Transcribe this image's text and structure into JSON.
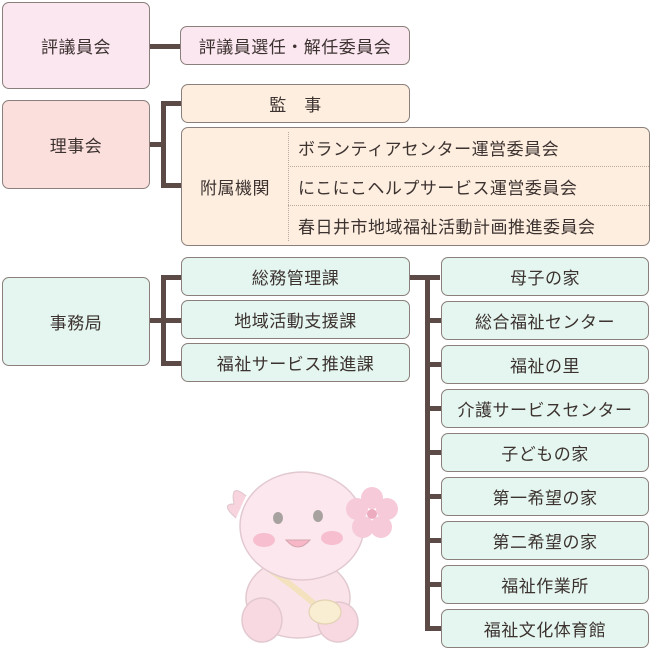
{
  "boards": {
    "hyogiinkai": "評議員会",
    "hyogiin_committee": "評議員選任・解任委員会",
    "rijikai": "理事会",
    "kanji": "監　事",
    "fuzoku_label": "附属機関",
    "fuzoku_items": [
      "ボランティアセンター運営委員会",
      "にこにこヘルプサービス運営委員会",
      "春日井市地域福祉活動計画推進委員会"
    ]
  },
  "secretariat": {
    "label": "事務局",
    "divisions": [
      "総務管理課",
      "地域活動支援課",
      "福祉サービス推進課"
    ],
    "facilities": [
      "母子の家",
      "総合福祉センター",
      "福祉の里",
      "介護サービスセンター",
      "子どもの家",
      "第一希望の家",
      "第二希望の家",
      "福祉作業所",
      "福祉文化体育館"
    ]
  },
  "colors": {
    "pink": "#fbe7f0",
    "salmon": "#fbdfdc",
    "peach": "#fdeedf",
    "mint": "#e4f6ef",
    "line": "#5b4a46"
  }
}
